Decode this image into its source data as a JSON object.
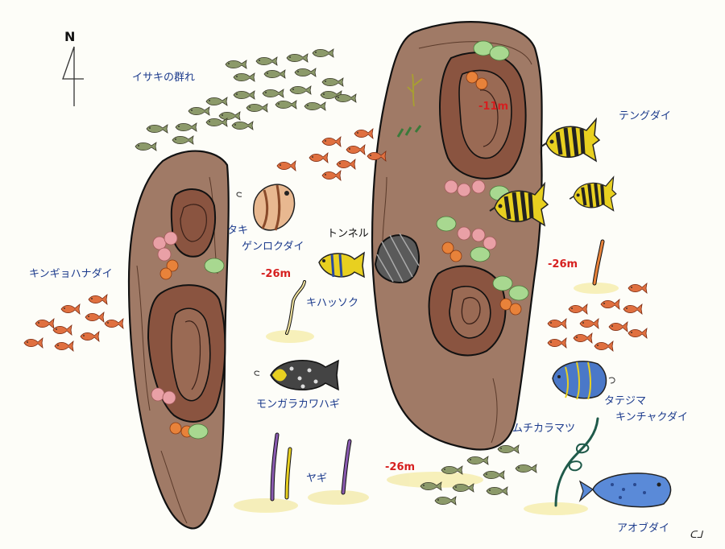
{
  "compass": {
    "label": "N"
  },
  "depths": {
    "top_rock": "-11m",
    "left": "-26m",
    "right": "-26m",
    "bottom": "-26m"
  },
  "labels": {
    "isaki": "イサキの群れ",
    "tengudai": "テングダイ",
    "taki": "タキ",
    "genroku": "ゲンロクダイ",
    "tunnel": "トンネル",
    "kingyo": "キンギョハナダイ",
    "kihassoku": "キハッソク",
    "mongara": "モンガラカワハギ",
    "tatejima": "タテジマ",
    "kinchaku": "キンチャクダイ",
    "muchi": "ムチカラマツ",
    "yagi": "ヤギ",
    "aobudai": "アオブダイ"
  },
  "colors": {
    "rock": "#a07a66",
    "rock_dark": "#6e4a3a",
    "hole": "#8a5440",
    "sponge_pink": "#e9a0a6",
    "sponge_green": "#a8d890",
    "sponge_orange": "#e8823a",
    "grunt": "#8c9a6a",
    "anthias": "#e07040",
    "tengu_yellow": "#e8d020",
    "blue_fish": "#4a78c8"
  }
}
